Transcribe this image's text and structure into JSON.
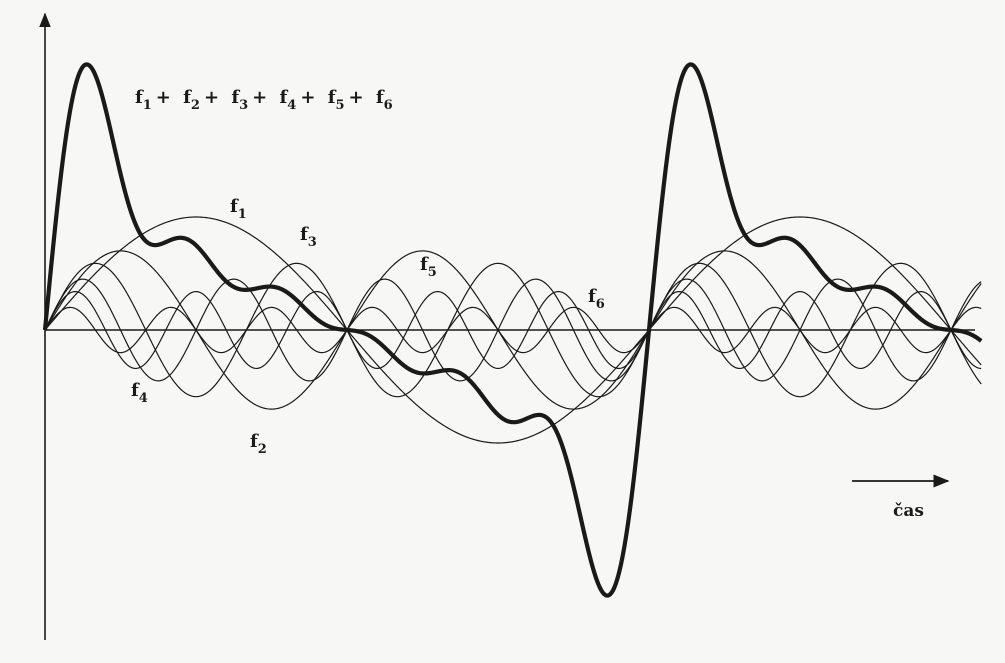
{
  "diagram": {
    "sum_label": {
      "parts": [
        {
          "base": "f",
          "sub": "1"
        },
        {
          "base": "f",
          "sub": "2"
        },
        {
          "base": "f",
          "sub": "3"
        },
        {
          "base": "f",
          "sub": "4"
        },
        {
          "base": "f",
          "sub": "5"
        },
        {
          "base": "f",
          "sub": "6"
        }
      ],
      "joiner": "+"
    },
    "harmonic_labels": [
      {
        "id": "f1",
        "base": "f",
        "sub": "1"
      },
      {
        "id": "f2",
        "base": "f",
        "sub": "2"
      },
      {
        "id": "f3",
        "base": "f",
        "sub": "3"
      },
      {
        "id": "f4",
        "base": "f",
        "sub": "4"
      },
      {
        "id": "f5",
        "base": "f",
        "sub": "5"
      },
      {
        "id": "f6",
        "base": "f",
        "sub": "6"
      }
    ],
    "time_axis_label": "čas",
    "harmonics": [
      {
        "id": "f1",
        "order": 1,
        "amplitude": 1.0
      },
      {
        "id": "f2",
        "order": 2,
        "amplitude": 0.7
      },
      {
        "id": "f3",
        "order": 3,
        "amplitude": 0.59
      },
      {
        "id": "f4",
        "order": 4,
        "amplitude": 0.45
      },
      {
        "id": "f5",
        "order": 5,
        "amplitude": 0.34
      },
      {
        "id": "f6",
        "order": 6,
        "amplitude": 0.2
      }
    ],
    "periods_shown": 1.55,
    "line_color": "#1a1a1a"
  }
}
